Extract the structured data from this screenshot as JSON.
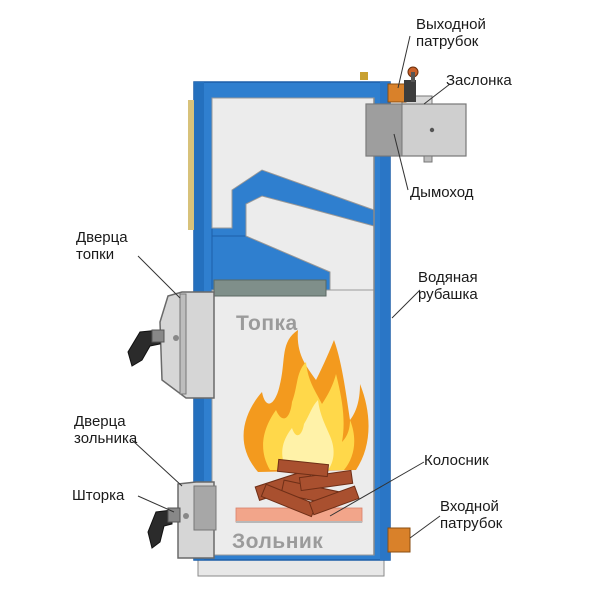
{
  "labels": {
    "outlet_pipe": [
      "Выходной",
      "патрубок"
    ],
    "damper": "Заслонка",
    "chimney": "Дымоход",
    "furnace_door": [
      "Дверца",
      "топки"
    ],
    "water_jacket": [
      "Водяная",
      "рубашка"
    ],
    "ash_door": [
      "Дверца",
      "зольника"
    ],
    "grate": "Колосник",
    "shutter": "Шторка",
    "inlet_pipe": [
      "Входной",
      "патрубок"
    ]
  },
  "zones": {
    "firebox": "Топка",
    "ash_pit": "Зольник"
  },
  "colors": {
    "jacket_blue": "#2f7fcf",
    "jacket_blue_dark": "#1d5fa8",
    "chamber_gray": "#ececec",
    "outline": "#6a6a6a",
    "pipe_orange": "#d9812a",
    "flame_orange": "#f39a1e",
    "flame_yellow": "#ffd84a",
    "firewood": "#a9502f",
    "grate_glow": "#f2a58a",
    "zone_text": "#9b9b9b"
  }
}
